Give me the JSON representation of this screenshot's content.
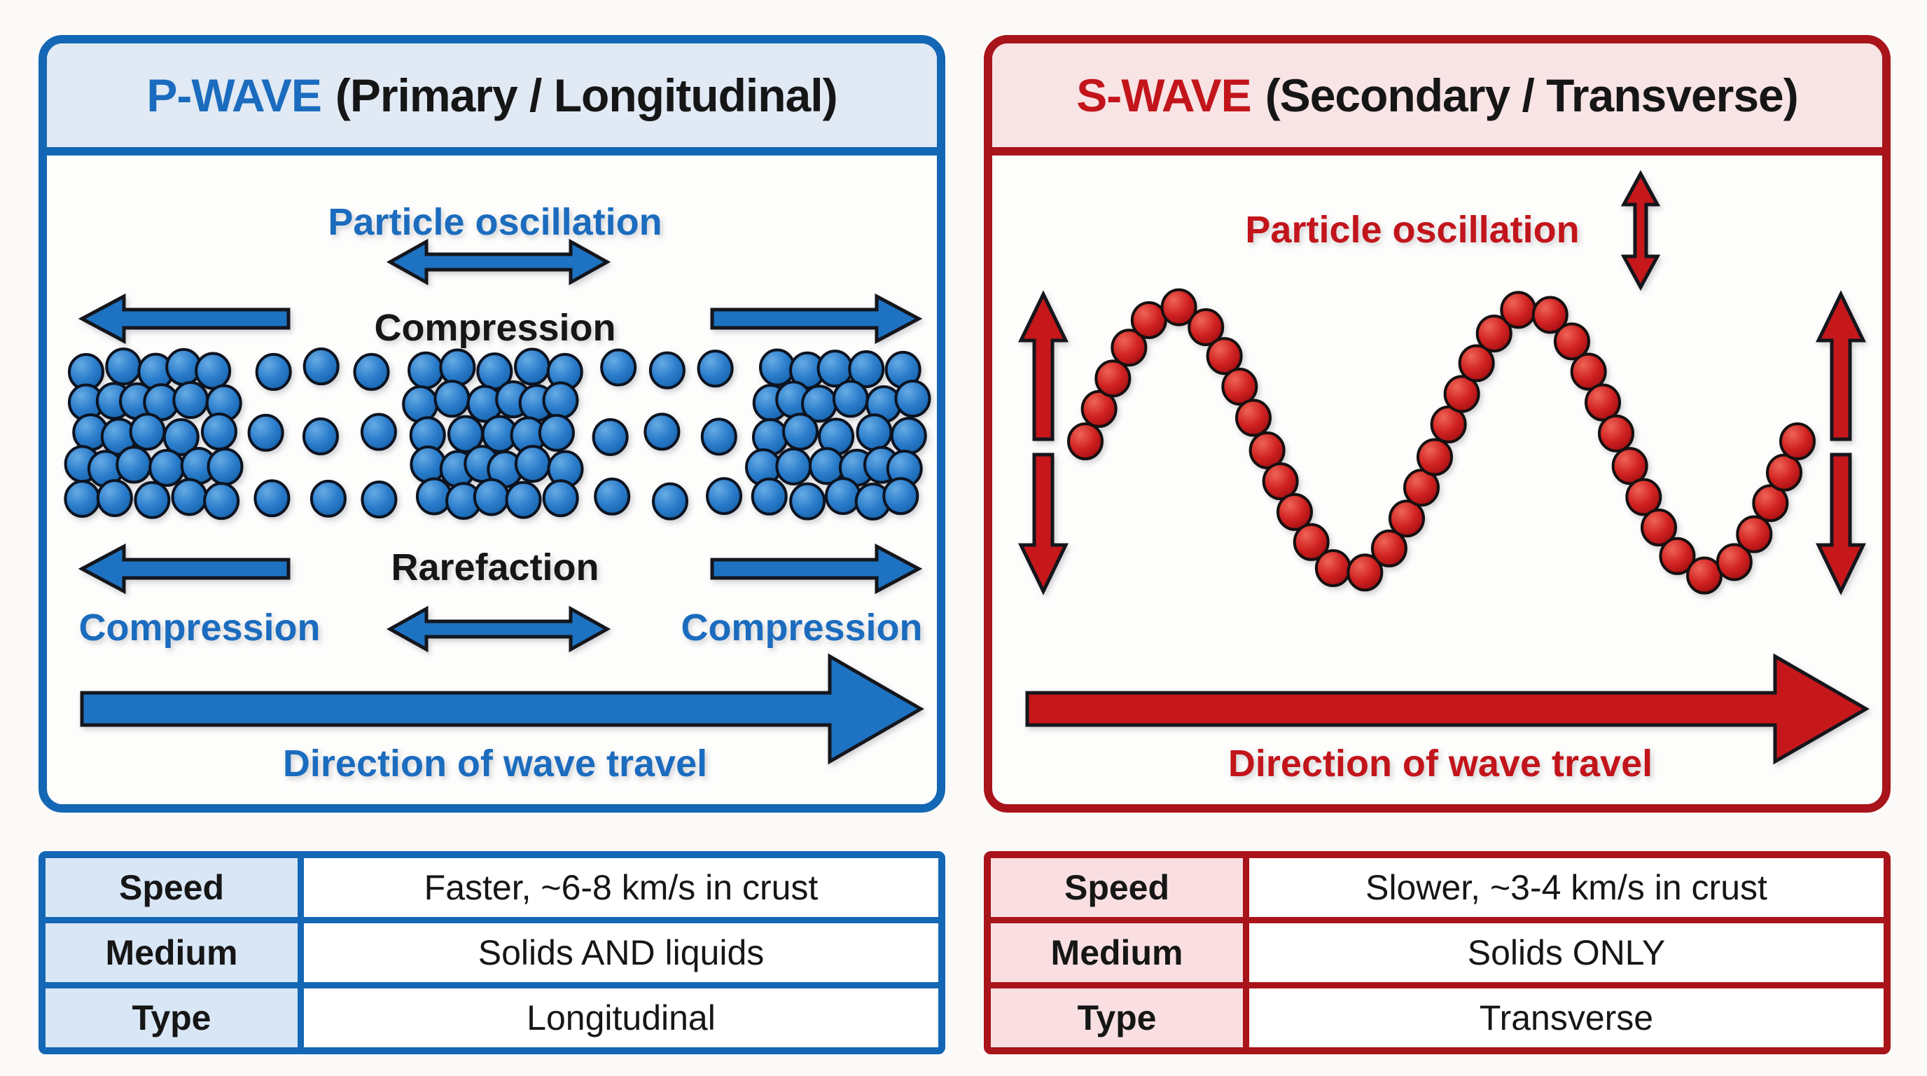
{
  "page": {
    "bg": "#fbfaf8",
    "ink": "#161616"
  },
  "p_wave": {
    "title_main": "P-WAVE",
    "title_sub": "(Primary / Longitudinal)",
    "accent": "#1467b5",
    "arrow_fill": "#1e72c2",
    "label_color": "#1b6cbe",
    "header_bg": "#e0e9f4",
    "table_label_bg": "#d8e6f6",
    "dot_gradient": [
      "#66abe4",
      "#2a7ccb",
      "#1460a9"
    ],
    "dot_outline": "#0c1320",
    "labels": {
      "particle_oscillation": "Particle oscillation",
      "compression_top": "Compression",
      "rarefaction": "Rarefaction",
      "compression_left": "Compression",
      "compression_right": "Compression",
      "direction": "Direction of wave travel"
    },
    "particles": {
      "rows": 5,
      "clusters": 3,
      "cluster_size_odd": 5,
      "cluster_size_even": 6,
      "sparse_per_gap": 3
    },
    "table": {
      "rows": [
        {
          "label": "Speed",
          "value": "Faster, ~6-8 km/s in crust"
        },
        {
          "label": "Medium",
          "value": "Solids AND liquids"
        },
        {
          "label": "Type",
          "value": "Longitudinal"
        }
      ]
    }
  },
  "s_wave": {
    "title_main": "S-WAVE",
    "title_sub": "(Secondary / Transverse)",
    "accent": "#a8141a",
    "arrow_fill": "#c6171b",
    "label_color": "#c2151b",
    "header_bg": "#f8e3e5",
    "table_label_bg": "#f9dfe2",
    "dot_gradient": [
      "#ee6456",
      "#d02121",
      "#9e0c10"
    ],
    "dot_outline": "#161010",
    "labels": {
      "particle_oscillation": "Particle oscillation",
      "direction": "Direction of wave travel"
    },
    "wave": {
      "cycles": 2,
      "dots": 40
    },
    "table": {
      "rows": [
        {
          "label": "Speed",
          "value": "Slower, ~3-4 km/s in crust"
        },
        {
          "label": "Medium",
          "value": "Solids ONLY"
        },
        {
          "label": "Type",
          "value": "Transverse"
        }
      ]
    }
  }
}
